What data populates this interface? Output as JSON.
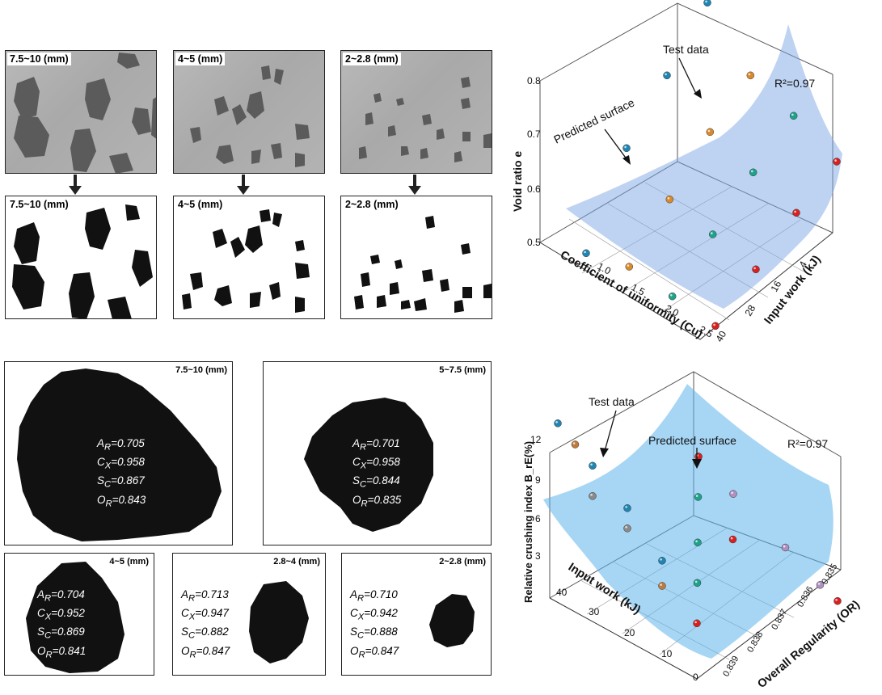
{
  "top_panels": [
    {
      "photo_label": "7.5~10 (mm)",
      "binary_label": "7.5~10 (mm)"
    },
    {
      "photo_label": "4~5 (mm)",
      "binary_label": "4~5 (mm)"
    },
    {
      "photo_label": "2~2.8 (mm)",
      "binary_label": "2~2.8 (mm)"
    }
  ],
  "particles": [
    {
      "size": "7.5~10 (mm)",
      "AR": "0.705",
      "CX": "0.958",
      "SC": "0.867",
      "OR": "0.843"
    },
    {
      "size": "5~7.5 (mm)",
      "AR": "0.701",
      "CX": "0.958",
      "SC": "0.844",
      "OR": "0.835"
    },
    {
      "size": "4~5 (mm)",
      "AR": "0.704",
      "CX": "0.952",
      "SC": "0.869",
      "OR": "0.841"
    },
    {
      "size": "2.8~4 (mm)",
      "AR": "0.713",
      "CX": "0.947",
      "SC": "0.882",
      "OR": "0.847"
    },
    {
      "size": "2~2.8 (mm)",
      "AR": "0.710",
      "CX": "0.942",
      "SC": "0.888",
      "OR": "0.847"
    }
  ],
  "metric_symbols": {
    "A": "A",
    "R": "R",
    "C": "C",
    "X": "X",
    "S": "S",
    "O": "O"
  },
  "chart_data": [
    {
      "type": "scatter",
      "subtype": "3d-surface",
      "zlabel": "Void ratio e",
      "xlabel": "Coefficient of uniformity (Cu)",
      "ylabel": "Input work (kJ)",
      "z_ticks": [
        "0.5",
        "0.6",
        "0.7",
        "0.8"
      ],
      "x_ticks": [
        "1.0",
        "1.5",
        "2.0",
        "2.5"
      ],
      "y_ticks": [
        "4",
        "16",
        "28",
        "40"
      ],
      "zlim": [
        0.45,
        0.85
      ],
      "annotations": [
        "Test data",
        "Predicted surface"
      ],
      "r2": "R²=0.97",
      "series": [
        {
          "color": "#1f86b3",
          "points": [
            [
              1.0,
              4,
              0.48
            ],
            [
              1.0,
              16,
              0.62
            ],
            [
              1.0,
              28,
              0.7
            ],
            [
              1.0,
              40,
              0.78
            ]
          ]
        },
        {
          "color": "#d98a2a",
          "points": [
            [
              1.5,
              4,
              0.5
            ],
            [
              1.5,
              16,
              0.57
            ],
            [
              1.5,
              28,
              0.64
            ],
            [
              1.5,
              40,
              0.69
            ]
          ]
        },
        {
          "color": "#1ea38b",
          "points": [
            [
              2.0,
              4,
              0.49
            ],
            [
              2.0,
              16,
              0.55
            ],
            [
              2.0,
              28,
              0.61
            ],
            [
              2.0,
              40,
              0.66
            ]
          ]
        },
        {
          "color": "#d92020",
          "points": [
            [
              2.5,
              4,
              0.48
            ],
            [
              2.5,
              16,
              0.53
            ],
            [
              2.5,
              28,
              0.58
            ],
            [
              2.5,
              40,
              0.62
            ]
          ]
        }
      ]
    },
    {
      "type": "scatter",
      "subtype": "3d-surface",
      "zlabel": "Relative crushing index B_rE(%)",
      "xlabel": "Input work (kJ)",
      "ylabel": "Overall Regularity (OR)",
      "z_ticks": [
        "3",
        "6",
        "9",
        "12"
      ],
      "x_ticks": [
        "0",
        "10",
        "20",
        "30",
        "40"
      ],
      "y_ticks": [
        "0.835",
        "0.836",
        "0.837",
        "0.838",
        "0.839"
      ],
      "zlim": [
        0,
        13
      ],
      "annotations": [
        "Test data",
        "Predicted surface"
      ],
      "r2": "R²=0.97",
      "series": [
        {
          "color": "#1f86b3",
          "points": [
            [
              40,
              0.835,
              12.5
            ],
            [
              30,
              0.835,
              10.5
            ],
            [
              20,
              0.835,
              8.5
            ],
            [
              10,
              0.835,
              5.5
            ]
          ]
        },
        {
          "color": "#1ea38b",
          "points": [
            [
              40,
              0.839,
              6.0
            ],
            [
              30,
              0.838,
              5.0
            ],
            [
              20,
              0.837,
              3.5
            ],
            [
              10,
              0.836,
              2.5
            ]
          ]
        },
        {
          "color": "#d92020",
          "points": [
            [
              40,
              0.839,
              6.0
            ],
            [
              20,
              0.838,
              3.0
            ],
            [
              0,
              0.839,
              0.5
            ],
            [
              0,
              0.835,
              1.5
            ]
          ]
        },
        {
          "color": "#b090c0",
          "points": [
            [
              30,
              0.839,
              4.5
            ],
            [
              15,
              0.839,
              2.5
            ],
            [
              5,
              0.839,
              1.0
            ]
          ]
        },
        {
          "color": "#8a8a8a",
          "points": [
            [
              30,
              0.835,
              7.5
            ],
            [
              20,
              0.835,
              6.5
            ]
          ]
        },
        {
          "color": "#c07a3a",
          "points": [
            [
              35,
              0.835,
              11.5
            ],
            [
              10,
              0.835,
              3.0
            ]
          ]
        }
      ]
    }
  ]
}
